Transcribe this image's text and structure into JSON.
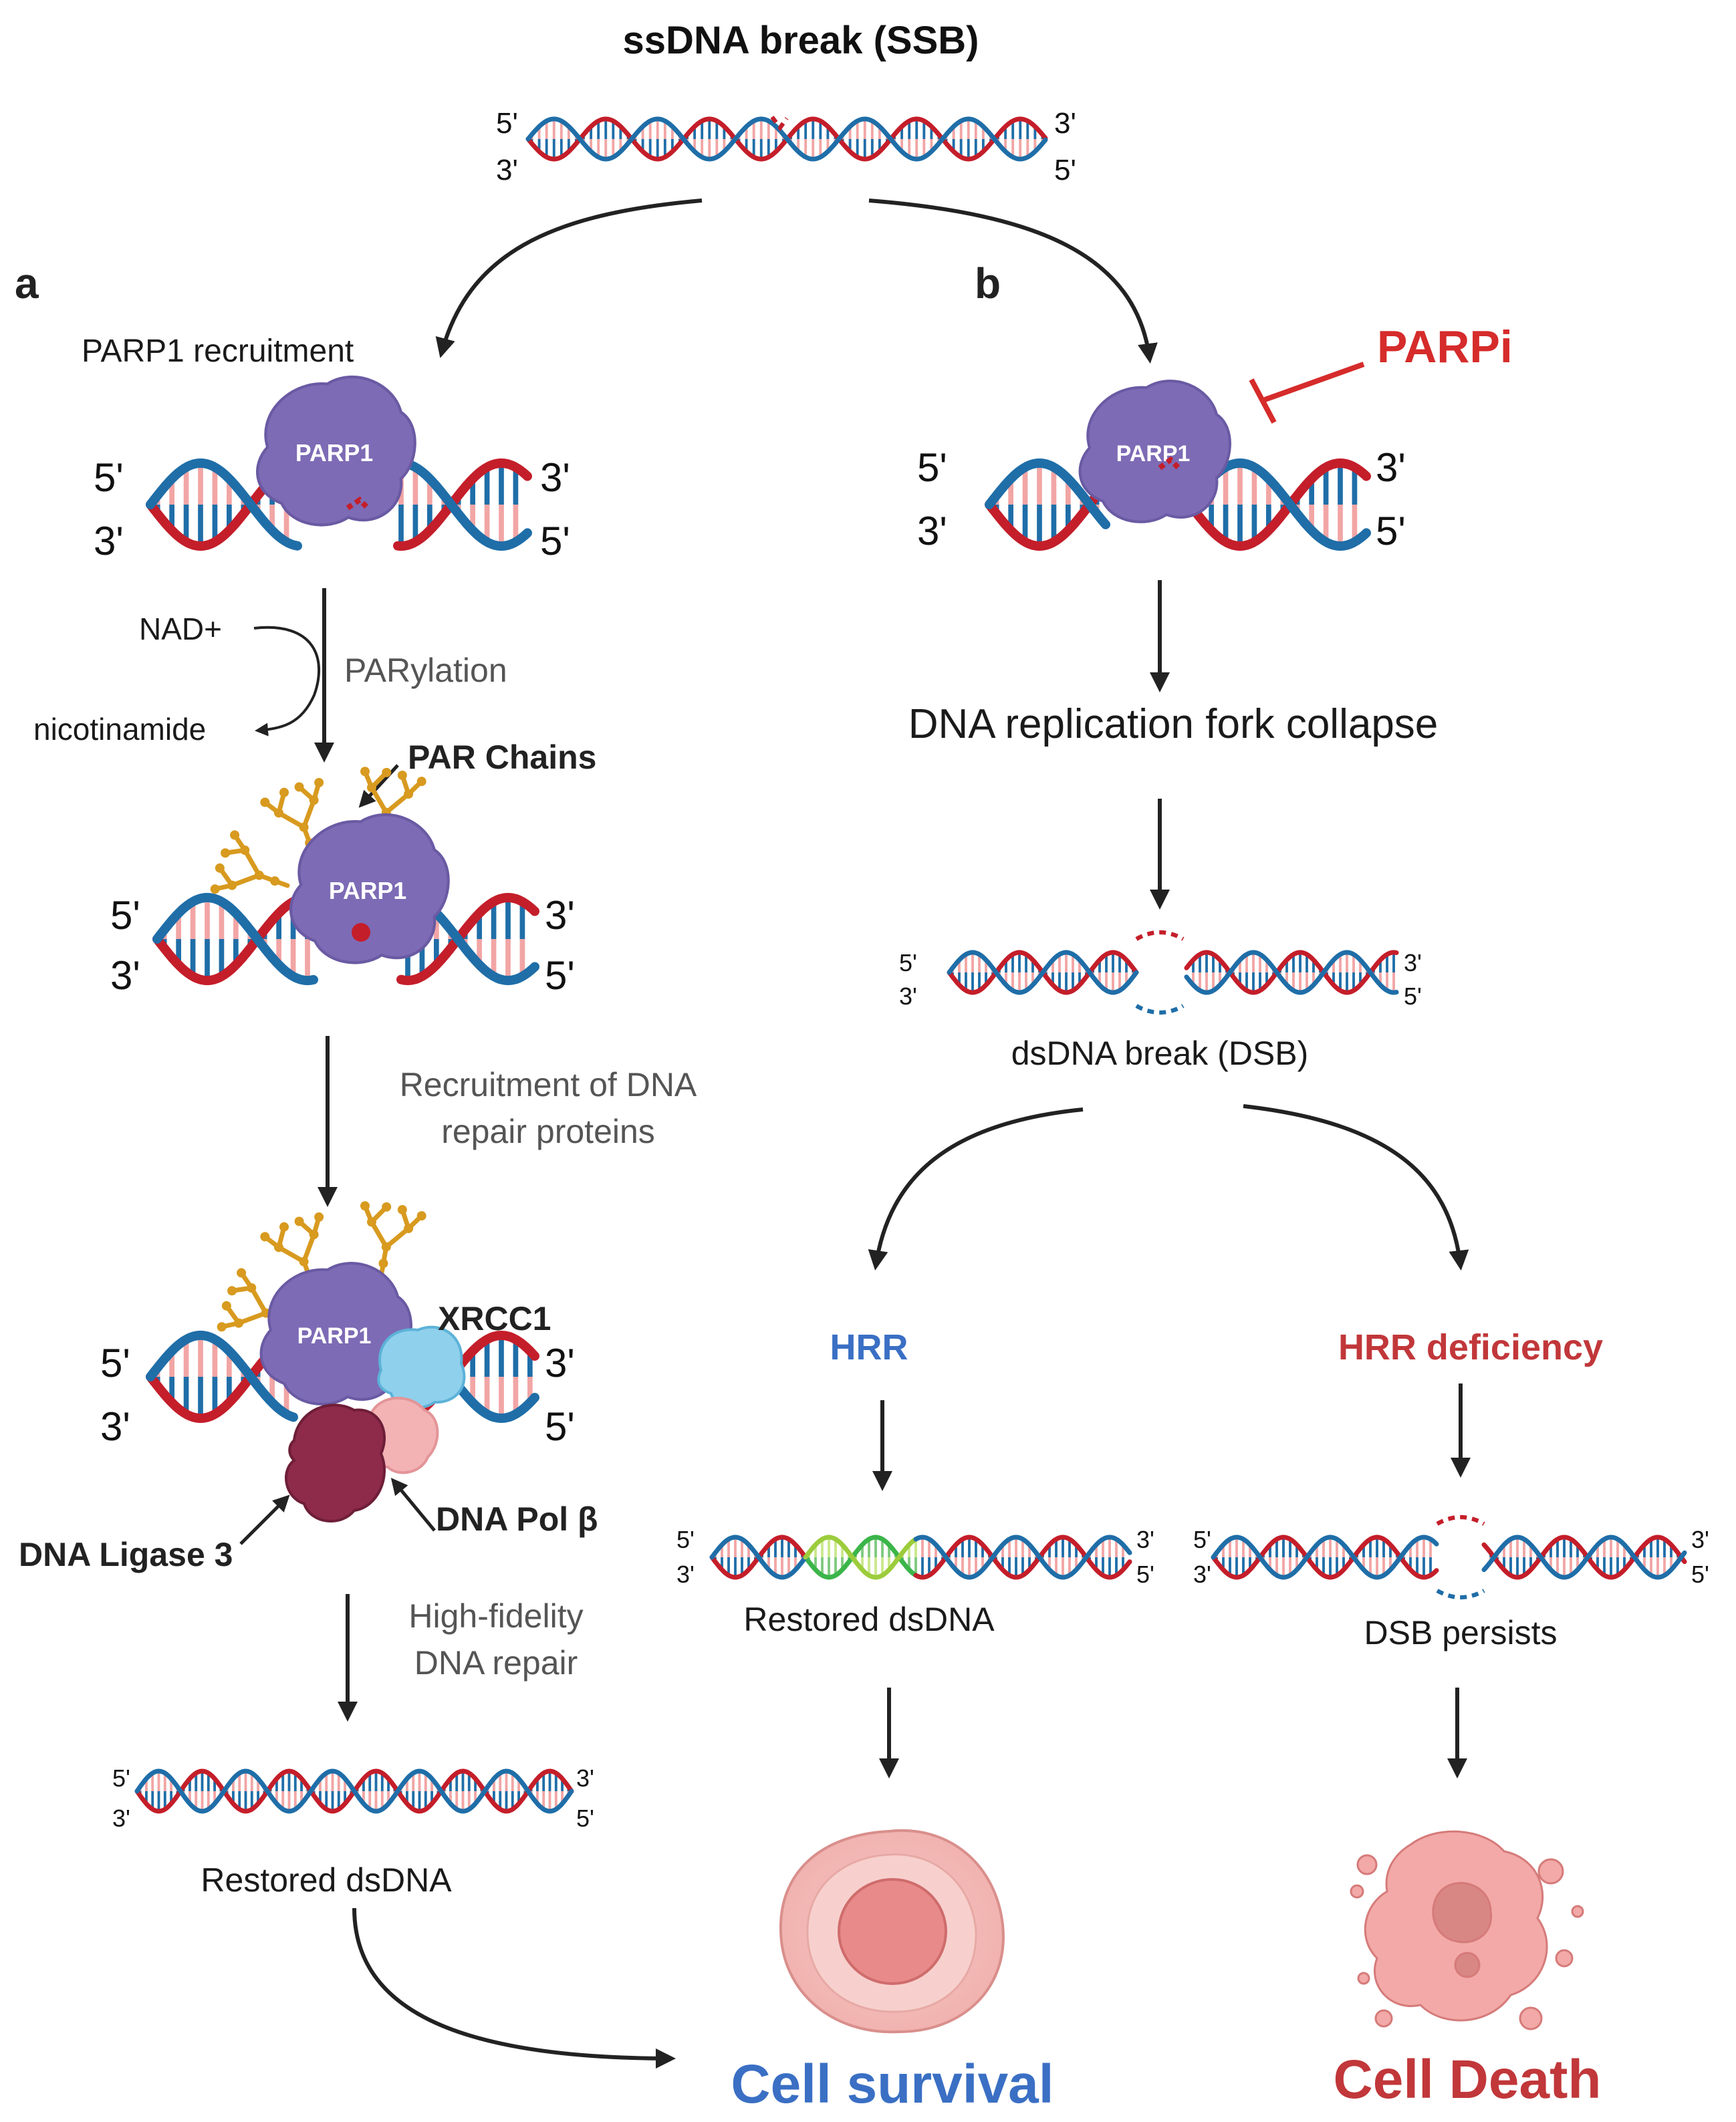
{
  "title": "ssDNA break (SSB)",
  "panel_a": "a",
  "panel_b": "b",
  "strand_terms": {
    "five_prime": "5'",
    "three_prime": "3'"
  },
  "path_a": {
    "step1": "PARP1 recruitment",
    "protein": "PARP1",
    "nad": "NAD+",
    "nicotinamide": "nicotinamide",
    "parylation": "PARylation",
    "par_chains": "PAR Chains",
    "recruit_line1": "Recruitment of DNA",
    "recruit_line2": "repair proteins",
    "xrcc1": "XRCC1",
    "ligase": "DNA Ligase 3",
    "polb": "DNA Pol β",
    "fidelity_line1": "High-fidelity",
    "fidelity_line2": "DNA repair",
    "restored": "Restored dsDNA"
  },
  "path_b": {
    "inhibitor": "PARPi",
    "protein": "PARP1",
    "fork": "DNA replication fork collapse",
    "dsb": "dsDNA break (DSB)",
    "hrr": "HRR",
    "hrr_def": "HRR deficiency",
    "restored": "Restored dsDNA",
    "persists": "DSB  persists"
  },
  "outcomes": {
    "survival": "Cell survival",
    "death": "Cell Death"
  },
  "colors": {
    "strand_red": "#c41e2a",
    "strand_blue": "#1f6ea8",
    "rung_light": "#f2a5a5",
    "parp": "#7d6bb5",
    "par_chain": "#d89a1f",
    "xrcc1": "#8fd0ec",
    "ligase": "#8e2a4a",
    "polb": "#f3b3b5",
    "hrr_green": "#3bb54a",
    "survival_blue": "#3a6fc4",
    "death_red": "#c1373a",
    "inhibitor_red": "#d62b2b"
  }
}
